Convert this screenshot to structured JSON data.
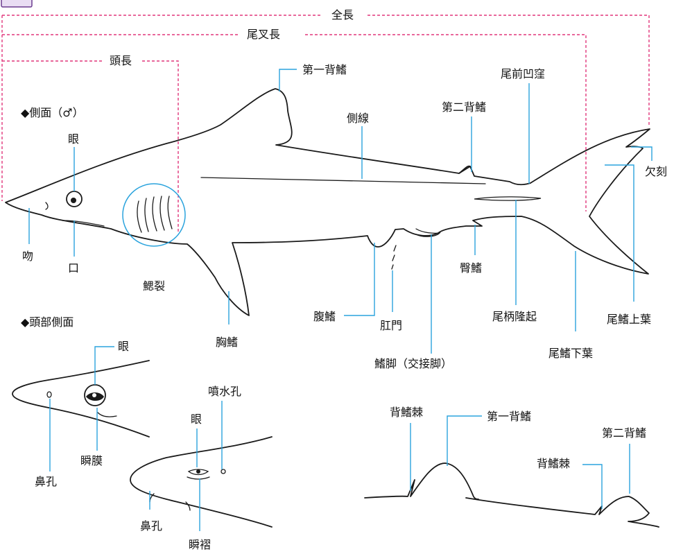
{
  "corner_tag": "",
  "measurements": {
    "total_length": "全長",
    "fork_length": "尾叉長",
    "head_length": "頭長"
  },
  "sections": {
    "lateral_view": "◆側面（♂）",
    "head_lateral": "◆頭部側面"
  },
  "lateral_labels": {
    "first_dorsal": "第一背鰭",
    "second_dorsal": "第二背鰭",
    "precaudal_pit": "尾前凹窪",
    "lateral_line": "側線",
    "notch": "欠刻",
    "eye": "眼",
    "snout": "吻",
    "mouth": "口",
    "gill_slits": "鰓裂",
    "pectoral": "胸鰭",
    "pelvic": "腹鰭",
    "anus": "肛門",
    "clasper": "鰭脚（交接脚）",
    "anal": "臀鰭",
    "caudal_keel": "尾柄隆起",
    "lower_caudal": "尾鰭下葉",
    "upper_caudal": "尾鰭上葉"
  },
  "head_labels_a": {
    "eye": "眼",
    "nostril": "鼻孔",
    "nictitating": "瞬膜"
  },
  "head_labels_b": {
    "spiracle": "噴水孔",
    "eye": "眼",
    "nostril": "鼻孔",
    "nictitating_fold": "瞬褶"
  },
  "spine_labels": {
    "spine_1": "背鰭棘",
    "first_dorsal": "第一背鰭",
    "second_dorsal": "第二背鰭",
    "spine_2": "背鰭棘"
  },
  "colors": {
    "leader": "#2aa3dd",
    "dimension": "#e0357a",
    "outline": "#1a1a1a"
  }
}
